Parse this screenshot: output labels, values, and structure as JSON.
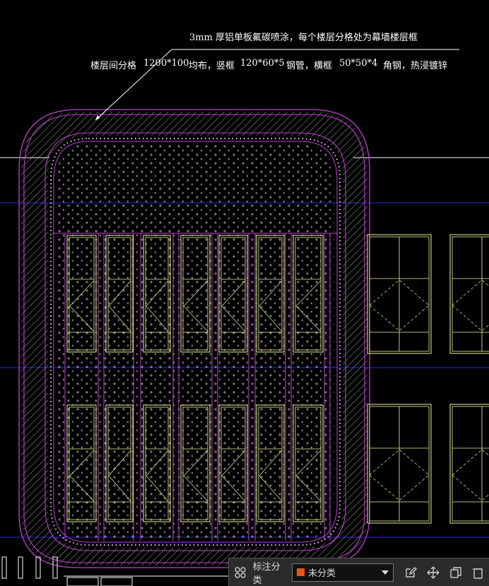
{
  "annotations": {
    "leader_note": "3mm 厚铝单板氟碳喷涂，每个楼层分格处为幕墙楼层框",
    "spec_1_label": "楼层间分格",
    "spec_2_size": "1200*100",
    "spec_2_desc": "均布，竖框",
    "spec_3_size": "120*60*5",
    "spec_3_desc": "钢管，横框",
    "spec_4_size": "50*50*4",
    "spec_4_desc": "角钢，热浸镀锌"
  },
  "toolbar": {
    "layer_icon": "layers-grid-icon",
    "category_label": "标注分类",
    "category_value": "未分类",
    "category_color": "#e8541a",
    "dropdown_icon": "triangle-down-icon",
    "tools": [
      "edit-icon",
      "move-icon",
      "copy-icon",
      "delete-icon"
    ]
  },
  "colors": {
    "background": "#000000",
    "outline_magenta": "#c040d0",
    "axis_blue": "#2020d0",
    "window_yellow": "#f0f0a0",
    "hatch": "#d0d0d0"
  }
}
